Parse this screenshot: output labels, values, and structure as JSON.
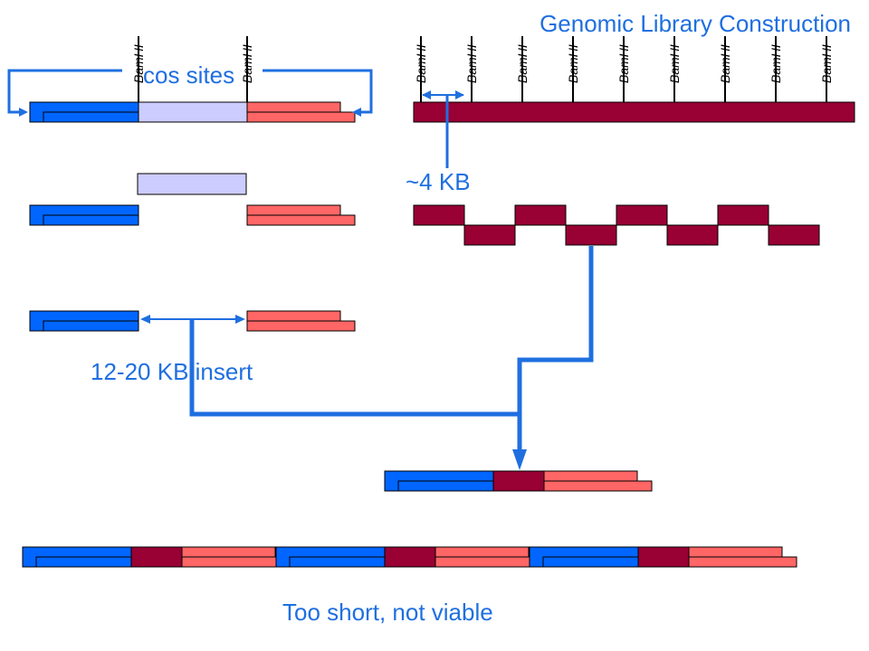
{
  "title": "Genomic Library Construction",
  "labels": {
    "cos_sites": "cos sites",
    "fragment_size": "~4 KB",
    "insert_size": "12-20 KB insert",
    "not_viable": "Too short, not viable",
    "restriction_site": "BamHI"
  },
  "colors": {
    "vector_left": "#0066ff",
    "stuffer": "#ccccff",
    "vector_right": "#ff6666",
    "genomic_dna": "#990033",
    "annotation": "#1f6fe0",
    "outline": "#000000"
  }
}
